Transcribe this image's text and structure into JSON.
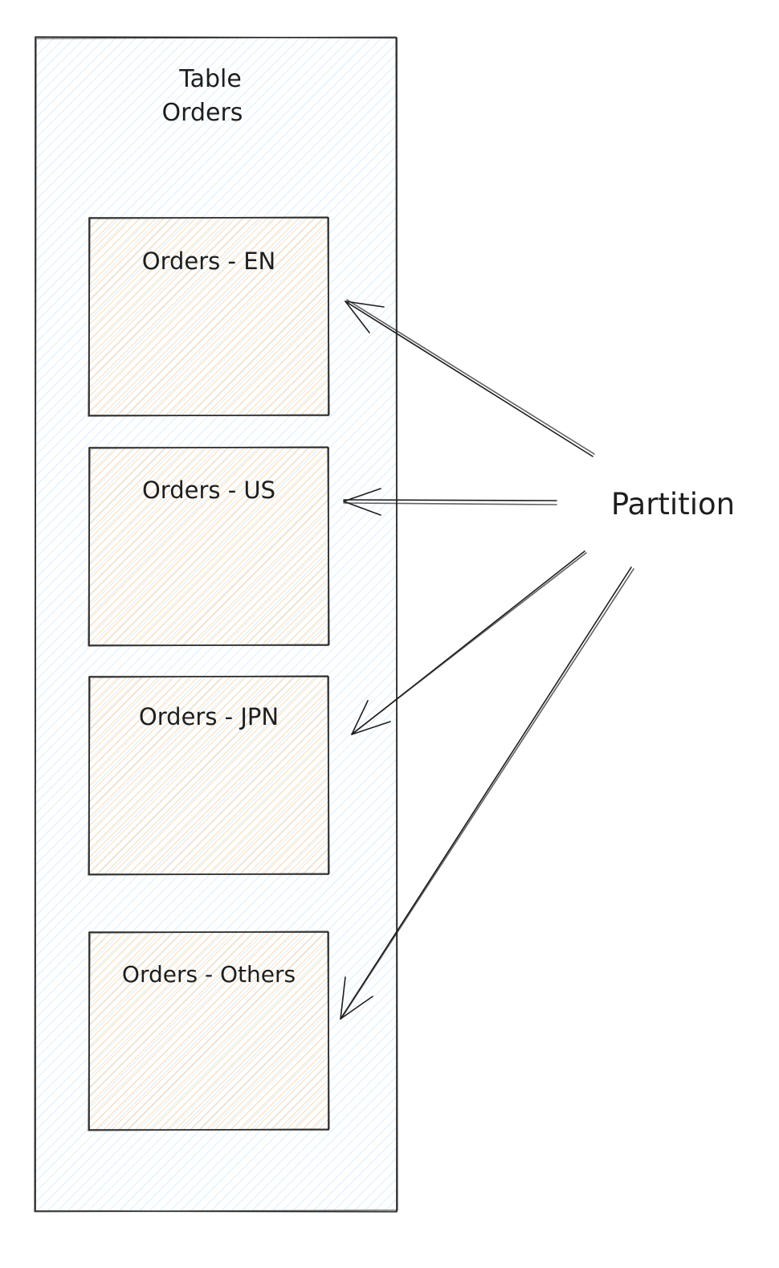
{
  "table": {
    "title_line1": "Table",
    "title_line2": "Orders",
    "fill_color": "#a5d8ff",
    "stroke_color": "#1e1e1e"
  },
  "partitions": [
    {
      "label": "Orders - EN"
    },
    {
      "label": "Orders - US"
    },
    {
      "label": "Orders - JPN"
    },
    {
      "label": "Orders - Others"
    }
  ],
  "partition_fill_color": "#ffc078",
  "partition_label": "Partition"
}
